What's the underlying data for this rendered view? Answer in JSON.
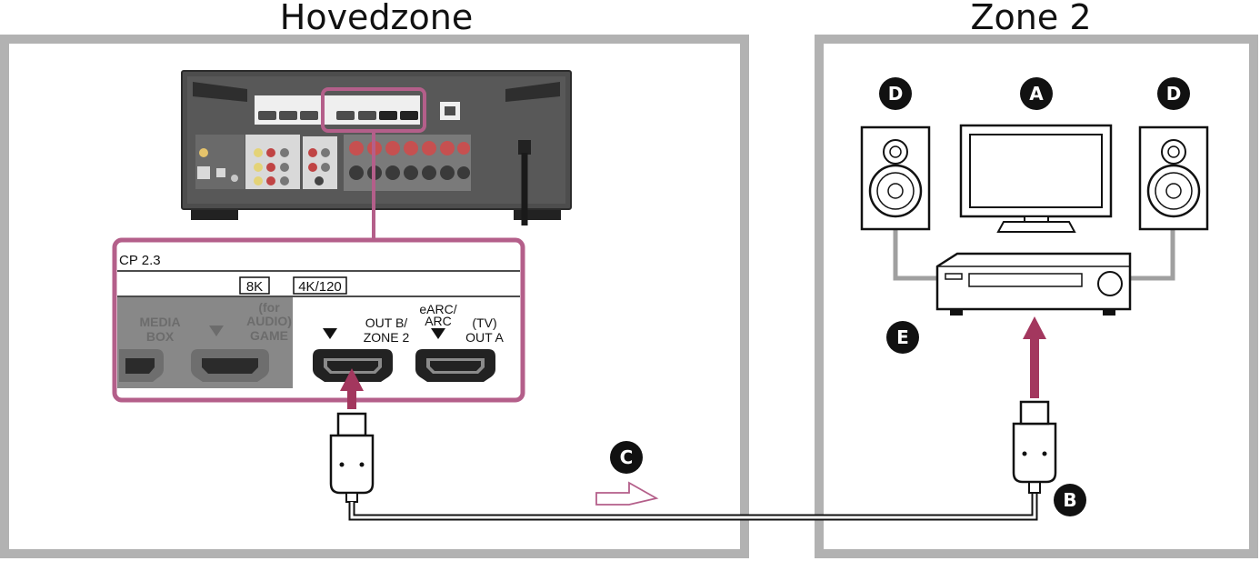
{
  "zones": {
    "main": {
      "title": "Hovedzone"
    },
    "zone2": {
      "title": "Zone 2"
    }
  },
  "panel": {
    "hdcp": "CP 2.3",
    "badge_8k": "8K",
    "badge_4k120": "4K/120",
    "media_box_1": "MEDIA",
    "media_box_2": "BOX",
    "for_audio_1": "(for",
    "for_audio_2": "AUDIO)",
    "game": "GAME",
    "out_b_1": "OUT B/",
    "out_b_2": "ZONE 2",
    "earc_1": "eARC/",
    "earc_2": "ARC",
    "tv_1": "(TV)",
    "tv_2": "OUT A"
  },
  "callouts": {
    "a": "A",
    "b": "B",
    "c": "C",
    "d": "D",
    "e": "E"
  },
  "colors": {
    "zone_border": "#b2b2b2",
    "highlight": "#b45f8a",
    "arrow": "#a3375e",
    "receiver_body": "#4d4d4d",
    "panel_grey": "#888888"
  }
}
